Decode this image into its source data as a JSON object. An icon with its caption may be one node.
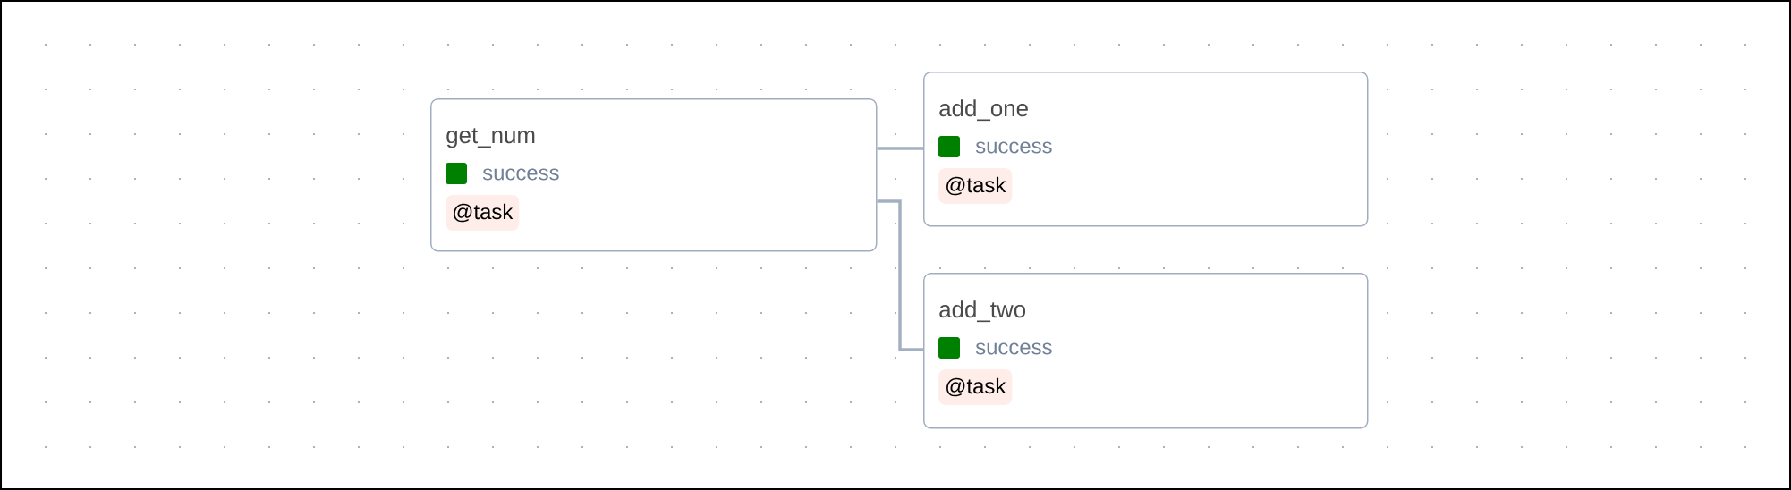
{
  "diagram": {
    "nodes": [
      {
        "text": [
          "get_num",
          "success",
          "@task"
        ]
      },
      {
        "text": [
          "add_one",
          "success",
          "@task"
        ]
      },
      {
        "text": [
          "add_two",
          "success",
          "@task"
        ]
      }
    ],
    "edges": [
      {
        "from": 0,
        "to": 1,
        "arrow": "none"
      },
      {
        "from": 0,
        "to": 2,
        "arrow": "none"
      }
    ]
  }
}
